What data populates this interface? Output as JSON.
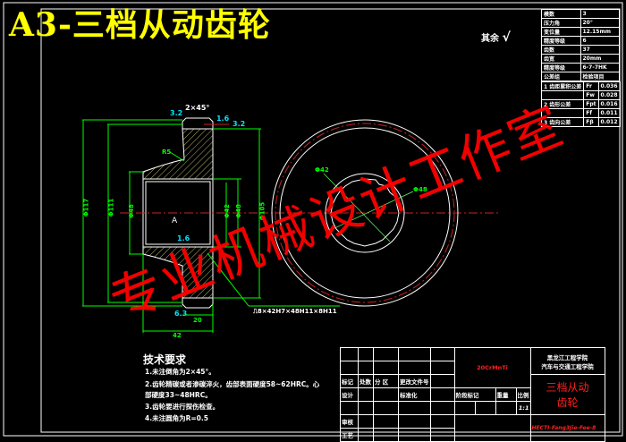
{
  "header": {
    "title": "A3-三档从动齿轮",
    "surface_note": "其余",
    "surface_symbol": "√"
  },
  "gear_params": [
    {
      "label": "模数",
      "value": "3"
    },
    {
      "label": "压力角",
      "value": "20°"
    },
    {
      "label": "变位量",
      "value": "12.15mm"
    },
    {
      "label": "精度等级",
      "value": "6"
    },
    {
      "label": "齿数",
      "value": "37"
    },
    {
      "label": "齿宽",
      "value": "20mm"
    },
    {
      "label": "精度等级",
      "value": "6-7-7HK"
    },
    {
      "label": "公差组",
      "code": "",
      "value": "检验项目"
    },
    {
      "label": "1 齿距累积公差",
      "code": "Fr",
      "value": "0.036"
    },
    {
      "label": "",
      "code": "Fw",
      "value": "0.028"
    },
    {
      "label": "2 齿形公差",
      "code": "Fpt",
      "value": "0.016"
    },
    {
      "label": "",
      "code": "Ff",
      "value": "0.011"
    },
    {
      "label": "3 齿向公差",
      "code": "Fβ",
      "value": "0.012"
    }
  ],
  "drawing": {
    "chamfer_label": "2×45°",
    "spline_spec": "⎍8×42H7×48H11×8H11",
    "dims": {
      "left_outer": "Φ117",
      "left_inner": "Φ111",
      "bore_left": "Φ48",
      "bore_right1": "Φ42",
      "bore_right2": "Φ48",
      "right_outer": "Φ105",
      "bottom_width": "20",
      "bottom_total": "42",
      "radius": "R5",
      "spline_d1": "Φ42",
      "spline_d2": "Φ48"
    },
    "roughness_labels": [
      "3.2",
      "1.6",
      "3.2",
      "1.6",
      "6.3"
    ],
    "datum": "A"
  },
  "tech_requirements": {
    "title": "技术要求",
    "items": [
      "1.未注倒角为2×45°。",
      "2.齿轮精碳或者渗碳淬火，齿部表面硬度58~62HRC。心",
      "部硬度33~48HRC。",
      "3.齿轮要进行探伤检查。",
      "4.未注圆角为R=0.5"
    ]
  },
  "title_block": {
    "material": "20CrMnTi",
    "school_line1": "黑龙江工程学院",
    "school_line2": "汽车与交通工程学院",
    "part_name_line1": "三档从动",
    "part_name_line2": "齿轮",
    "drawing_no": "HECTI-Fang3Jie-Fee-8",
    "scale": "1:1",
    "labels": {
      "mark": "标记",
      "qty": "处数",
      "zone": "分",
      "doc": "区",
      "change_doc": "更改文件号",
      "design": "设计",
      "standard": "标准化",
      "review": "审核",
      "process": "工艺",
      "stage_mark": "阶段标记",
      "weight": "重量",
      "scale_label": "比例"
    }
  },
  "watermark": "专业机械设计工作室",
  "colors": {
    "background": "#000000",
    "title": "#ffff00",
    "dimension": "#00ff00",
    "centerline": "#cc2020",
    "outline": "#ffffff",
    "roughness": "#00e5ff",
    "watermark": "#ff0000"
  }
}
